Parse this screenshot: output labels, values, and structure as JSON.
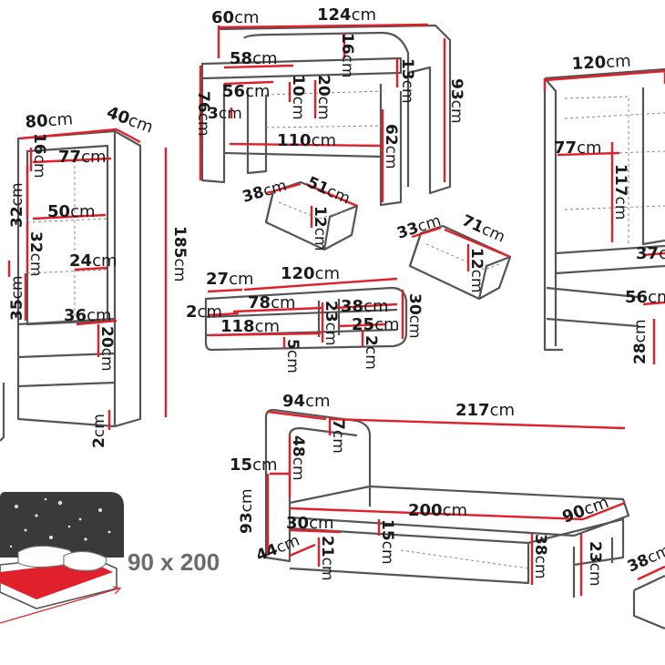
{
  "bed_size_text": "90 x 200",
  "colors": {
    "dimension_line": "#e0202a",
    "furniture_outline": "#555555",
    "mattress_fill": "#e0202a",
    "headboard_fill": "#3a3a3a"
  },
  "unit": "cm",
  "desk": {
    "w_124": "124",
    "d_60": "60",
    "top_16": "16",
    "shelf_58": "58",
    "drawer_13": "13",
    "h_93": "93",
    "gap_56": "56",
    "h_10": "10",
    "h_20": "20",
    "h_3": "3",
    "h_76": "76",
    "inner_110": "110",
    "leg_62": "62",
    "drawer_38": "38",
    "drawer_51": "51",
    "drawer_12": "12"
  },
  "wardrobe": {
    "w_120": "120",
    "shelf_77": "77",
    "inner_117": "117",
    "w_37": "37",
    "w_56": "56",
    "h_28": "28",
    "drawer_33": "33",
    "drawer_71": "71",
    "drawer_12": "12"
  },
  "bookcase": {
    "w_80": "80",
    "d_40": "40",
    "top_16": "16",
    "inner_77": "77",
    "h_32a": "32",
    "w_50": "50",
    "h_32b": "32",
    "w_24": "24",
    "h_35": "35",
    "h_185": "185",
    "w_36": "36",
    "h_20": "20",
    "foot_2": "2"
  },
  "shelf": {
    "d_27": "27",
    "w_120": "120",
    "t_2": "2",
    "w_78": "78",
    "w_38": "38",
    "h_30": "30",
    "w_118": "118",
    "h_23": "23",
    "w_25": "25",
    "h_5": "5",
    "h_2": "2"
  },
  "bed": {
    "w_94": "94",
    "l_217": "217",
    "hb_7": "7",
    "h_15": "15",
    "hb_48": "48",
    "h_93": "93",
    "l_200": "200",
    "w_90": "90",
    "base_30": "30",
    "h_15b": "15",
    "h_38": "38",
    "w_44": "44",
    "h_21": "21",
    "leg_23": "23",
    "drawer_38": "38"
  }
}
